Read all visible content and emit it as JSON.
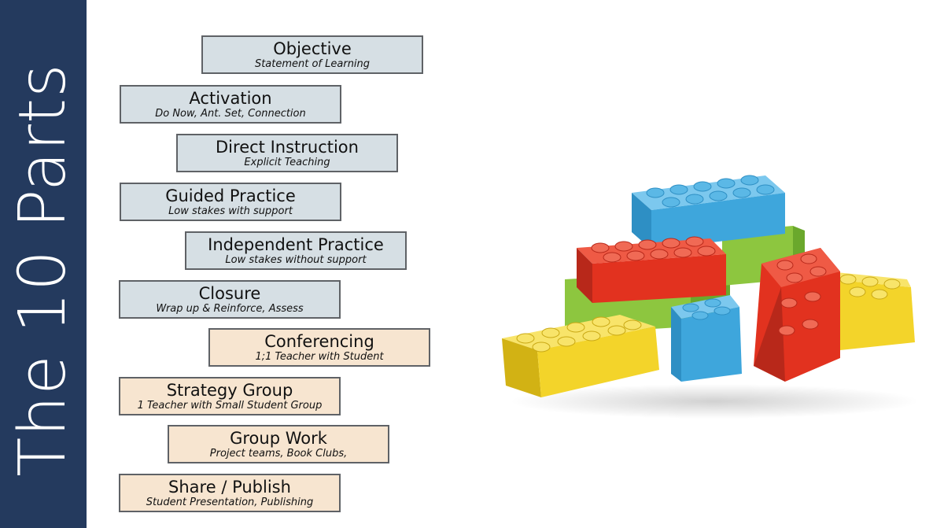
{
  "sidebar": {
    "title": "The 10 Parts"
  },
  "parts": [
    {
      "title": "Objective",
      "subtitle": "Statement of Learning"
    },
    {
      "title": "Activation",
      "subtitle": "Do Now, Ant. Set, Connection"
    },
    {
      "title": "Direct Instruction",
      "subtitle": "Explicit Teaching"
    },
    {
      "title": "Guided Practice",
      "subtitle": "Low stakes with support"
    },
    {
      "title": "Independent Practice",
      "subtitle": "Low stakes without support"
    },
    {
      "title": "Closure",
      "subtitle": "Wrap up & Reinforce, Assess"
    },
    {
      "title": "Conferencing",
      "subtitle": "1;1 Teacher with Student"
    },
    {
      "title": "Strategy Group",
      "subtitle": "1 Teacher with Small Student Group"
    },
    {
      "title": "Group Work",
      "subtitle": "Project teams, Book Clubs,"
    },
    {
      "title": "Share / Publish",
      "subtitle": "Student Presentation, Publishing"
    }
  ],
  "colors": {
    "sidebar": "#243a5e",
    "box_blue": "#d6dfe4",
    "box_peach": "#f7e5d0",
    "lego_blue": "#3ea6dc",
    "lego_red": "#e2321f",
    "lego_yellow": "#f3d42a",
    "lego_green": "#8dc63f"
  },
  "image": {
    "subject": "lego-bricks-pile"
  }
}
